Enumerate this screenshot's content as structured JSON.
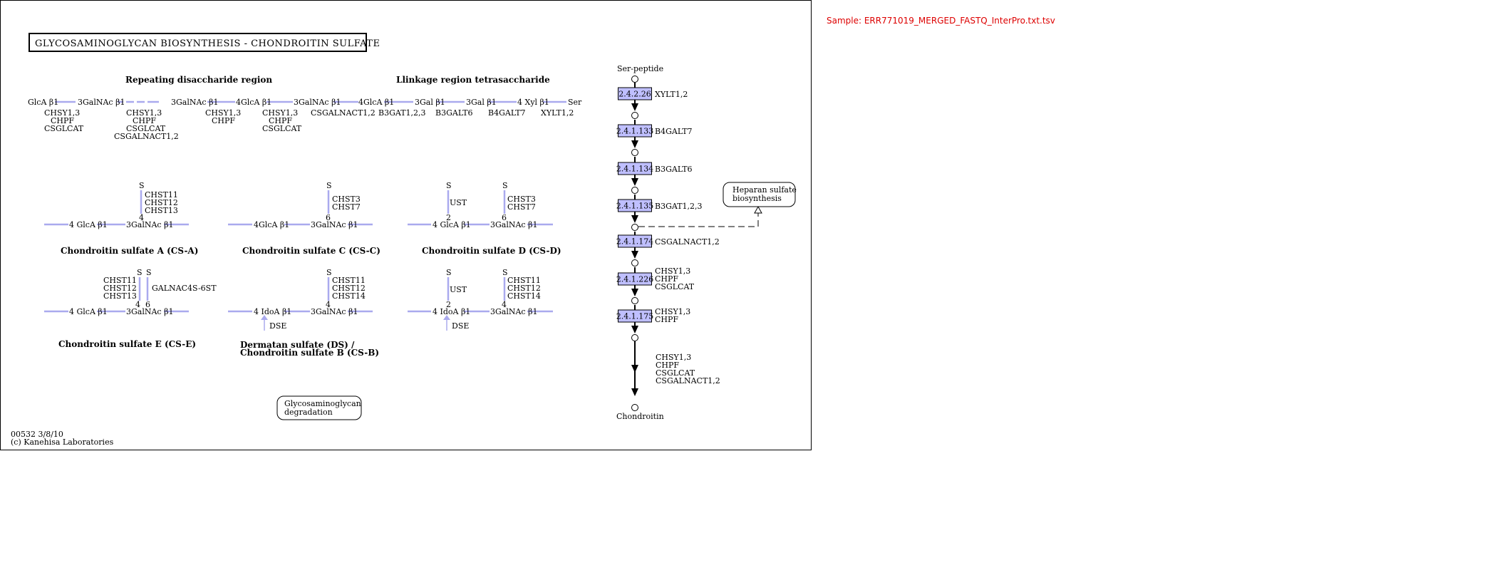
{
  "map": {
    "title": "GLYCOSAMINOGLYCAN BIOSYNTHESIS - CHONDROITIN SULFATE",
    "map_id": "00532 3/8/10",
    "copyright": "(c) Kanehisa Laboratories",
    "sample_label": "Sample: ERR771019_MERGED_FASTQ_InterPro.txt.tsv",
    "headers": {
      "repeating": "Repeating disaccharide region",
      "linkage": "Llinkage region tetrasaccharide"
    },
    "backbone": {
      "glca1": "GlcA β1",
      "galnac1": "3GalNAc β1",
      "galnac2": "3GalNAc β1",
      "glca2": "4GlcA β1",
      "galnac3": "3GalNAc β1",
      "glca3": "4GlcA β1",
      "gal1": "3Gal β1",
      "gal2": "3Gal β1",
      "xyl": "4 Xyl β1",
      "ser": "Ser"
    },
    "backbone_enzymes": {
      "g1": [
        "CHSY1,3",
        "CHPF",
        "CSGLCAT"
      ],
      "g2": [
        "CHSY1,3",
        "CHPF",
        "CSGLCAT",
        "CSGALNACT1,2"
      ],
      "g3": [
        "CHSY1,3",
        "CHPF"
      ],
      "g4": [
        "CHSY1,3",
        "CHPF",
        "CSGLCAT"
      ],
      "g5": "CSGALNACT1,2",
      "g6": "B3GAT1,2,3",
      "g7": "B3GALT6",
      "g8": "B4GALT7",
      "g9": "XYLT1,2"
    },
    "sulfates": {
      "cs_a": {
        "name": "Chondroitin sulfate A (CS-A)",
        "glc": "4 GlcA β1",
        "gal": "3GalNAc β1",
        "enzymes": [
          "CHST11",
          "CHST12",
          "CHST13"
        ],
        "s": "S",
        "pos": "4"
      },
      "cs_c": {
        "name": "Chondroitin sulfate C (CS-C)",
        "glc": "4GlcA β1",
        "gal": "3GalNAc β1",
        "enzymes": [
          "CHST3",
          "CHST7"
        ],
        "s": "S",
        "pos": "6"
      },
      "cs_d": {
        "name": "Chondroitin sulfate D (CS-D)",
        "glc": "4 GlcA β1",
        "gal": "3GalNAc β1",
        "left_enzyme": "UST",
        "right_enzymes": [
          "CHST3",
          "CHST7"
        ],
        "s1": "S",
        "s2": "S",
        "pos1": "2",
        "pos2": "6"
      },
      "cs_e": {
        "name": "Chondroitin sulfate E (CS-E)",
        "glc": "4 GlcA β1",
        "gal": "3GalNAc β1",
        "left_enzymes": [
          "CHST11",
          "CHST12",
          "CHST13"
        ],
        "right_enzyme": "GALNAC4S-6ST",
        "s1": "S",
        "s2": "S",
        "pos1": "4",
        "pos2": "6"
      },
      "ds": {
        "name1": "Dermatan sulfate (DS) /",
        "name2": "Chondroitin sulfate B (CS-B)",
        "glc": "4 IdoA β1",
        "gal": "3GalNAc β1",
        "enzymes": [
          "CHST11",
          "CHST12",
          "CHST14"
        ],
        "epimerase": "DSE",
        "s": "S",
        "pos": "4"
      },
      "cs_d2": {
        "glc": "4 IdoA β1",
        "gal": "3GalNAc β1",
        "left_enzyme": "UST",
        "right_enzymes": [
          "CHST11",
          "CHST12",
          "CHST14"
        ],
        "epimerase": "DSE",
        "s1": "S",
        "s2": "S",
        "pos1": "2",
        "pos2": "4"
      }
    },
    "degradation_link": [
      "Glycosaminoglycan",
      "degradation"
    ],
    "heparan_link": [
      "Heparan sulfate",
      "biosynthesis"
    ],
    "pathway": {
      "start": "Ser-peptide",
      "end": "Chondroitin",
      "steps": [
        {
          "ec": "2.4.2.26",
          "genes": [
            "XYLT1,2"
          ]
        },
        {
          "ec": "2.4.1.133",
          "genes": [
            "B4GALT7"
          ]
        },
        {
          "ec": "2.4.1.134",
          "genes": [
            "B3GALT6"
          ]
        },
        {
          "ec": "2.4.1.135",
          "genes": [
            "B3GAT1,2,3"
          ]
        },
        {
          "ec": "2.4.1.174",
          "genes": [
            "CSGALNACT1,2"
          ]
        },
        {
          "ec": "2.4.1.226",
          "genes": [
            "CHSY1,3",
            "CHPF",
            "CSGLCAT"
          ]
        },
        {
          "ec": "2.4.1.175",
          "genes": [
            "CHSY1,3",
            "CHPF"
          ]
        }
      ],
      "final_genes": [
        "CHSY1,3",
        "CHPF",
        "CSGLCAT",
        "CSGALNACT1,2"
      ]
    },
    "colors": {
      "ec_box": "#bfbfff",
      "link": "#aaaaee",
      "sample": "#dd0000"
    }
  }
}
